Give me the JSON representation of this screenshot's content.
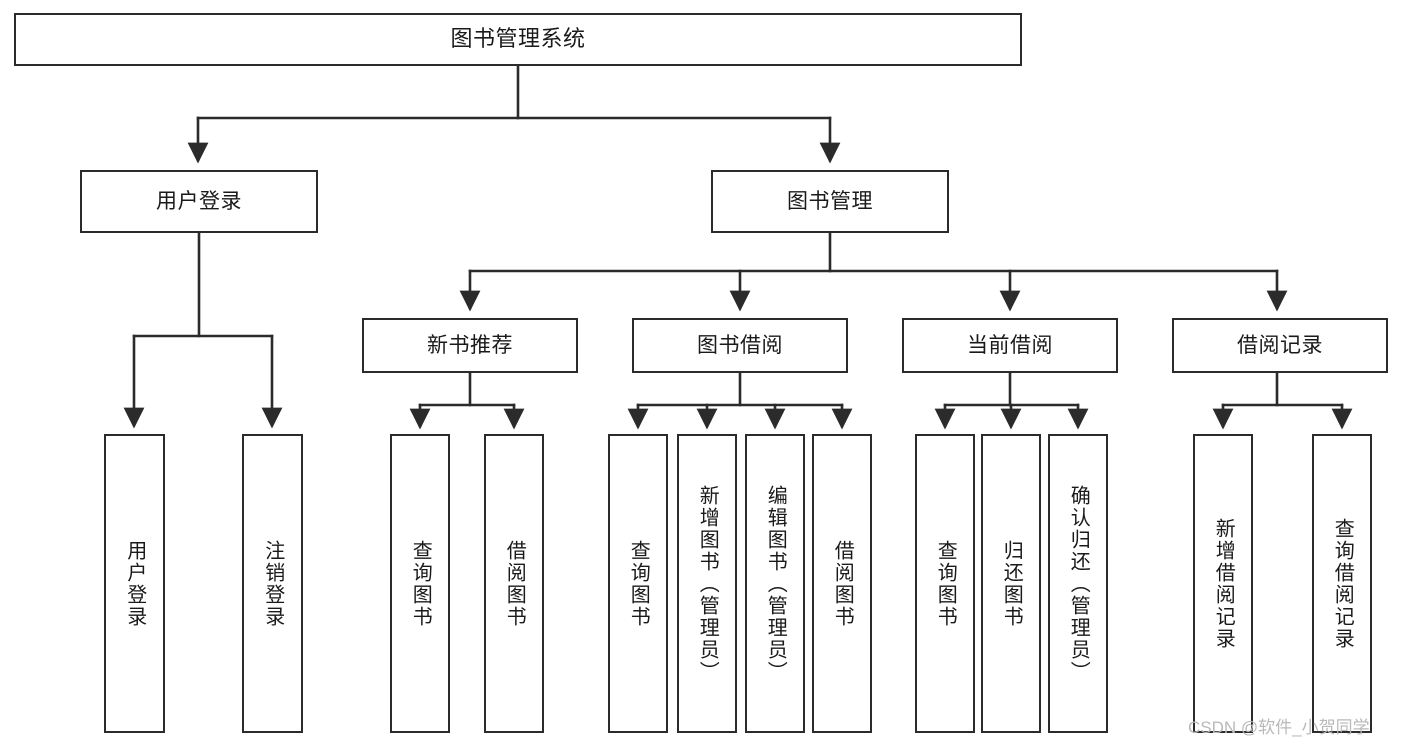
{
  "diagram": {
    "title": "图书管理系统",
    "type": "tree-hierarchy-chart",
    "root": {
      "label": "图书管理系统"
    },
    "level2": [
      {
        "id": "user-login",
        "label": "用户登录"
      },
      {
        "id": "book-manage",
        "label": "图书管理"
      }
    ],
    "level3": [
      {
        "id": "new-book-recommend",
        "label": "新书推荐"
      },
      {
        "id": "book-borrow",
        "label": "图书借阅"
      },
      {
        "id": "current-borrow",
        "label": "当前借阅"
      },
      {
        "id": "borrow-record",
        "label": "借阅记录"
      }
    ],
    "leaves": {
      "user_login": [
        {
          "id": "leaf-user-login",
          "label": "用户登录"
        },
        {
          "id": "leaf-logout",
          "label": "注销登录"
        }
      ],
      "new_book_recommend": [
        {
          "id": "leaf-query-book-1",
          "label": "查询图书"
        },
        {
          "id": "leaf-borrow-book-1",
          "label": "借阅图书"
        }
      ],
      "book_borrow": [
        {
          "id": "leaf-query-book-2",
          "label": "查询图书"
        },
        {
          "id": "leaf-add-book",
          "label": "新增图书（管理员）"
        },
        {
          "id": "leaf-edit-book",
          "label": "编辑图书（管理员）"
        },
        {
          "id": "leaf-borrow-book-2",
          "label": "借阅图书"
        }
      ],
      "current_borrow": [
        {
          "id": "leaf-query-book-3",
          "label": "查询图书"
        },
        {
          "id": "leaf-return-book",
          "label": "归还图书"
        },
        {
          "id": "leaf-confirm-return",
          "label": "确认归还（管理员）"
        }
      ],
      "borrow_record": [
        {
          "id": "leaf-add-record",
          "label": "新增借阅记录"
        },
        {
          "id": "leaf-query-record",
          "label": "查询借阅记录"
        }
      ]
    }
  },
  "watermark": {
    "text": "CSDN @软件_小贺同学"
  },
  "colors": {
    "box_border": "#2b2b2b",
    "box_fill": "#ffffff",
    "edge": "#2b2b2b",
    "text": "#1a1a1a",
    "watermark": "#b9b9b9",
    "background": "#ffffff"
  }
}
